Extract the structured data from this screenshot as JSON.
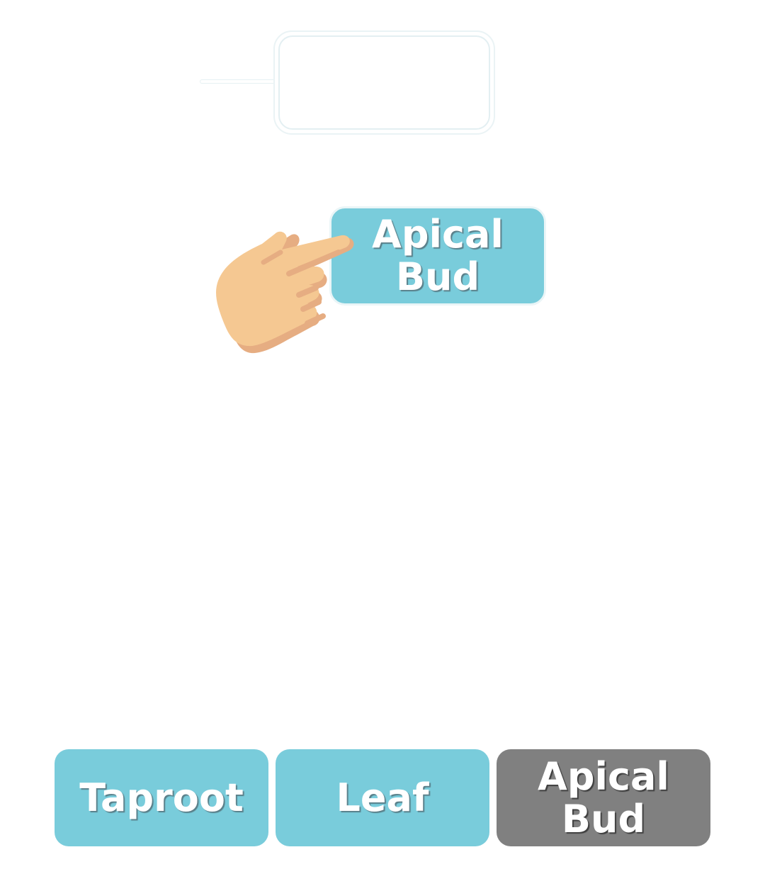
{
  "drop_target": {
    "label": ""
  },
  "dragging_card": {
    "label_line1": "Apical",
    "label_line2": "Bud"
  },
  "options": [
    {
      "label": "Taproot",
      "state": "available",
      "color": "#79ccdb"
    },
    {
      "label": "Leaf",
      "state": "available",
      "color": "#79ccdb"
    },
    {
      "label": "Apical\nBud",
      "state": "used",
      "color": "#808080"
    }
  ],
  "icons": {
    "pointer": "pointing-hand-icon"
  },
  "colors": {
    "card_teal": "#79ccdb",
    "card_used_gray": "#808080",
    "hand_skin": "#f5c892",
    "hand_shadow": "#e6ad82"
  }
}
